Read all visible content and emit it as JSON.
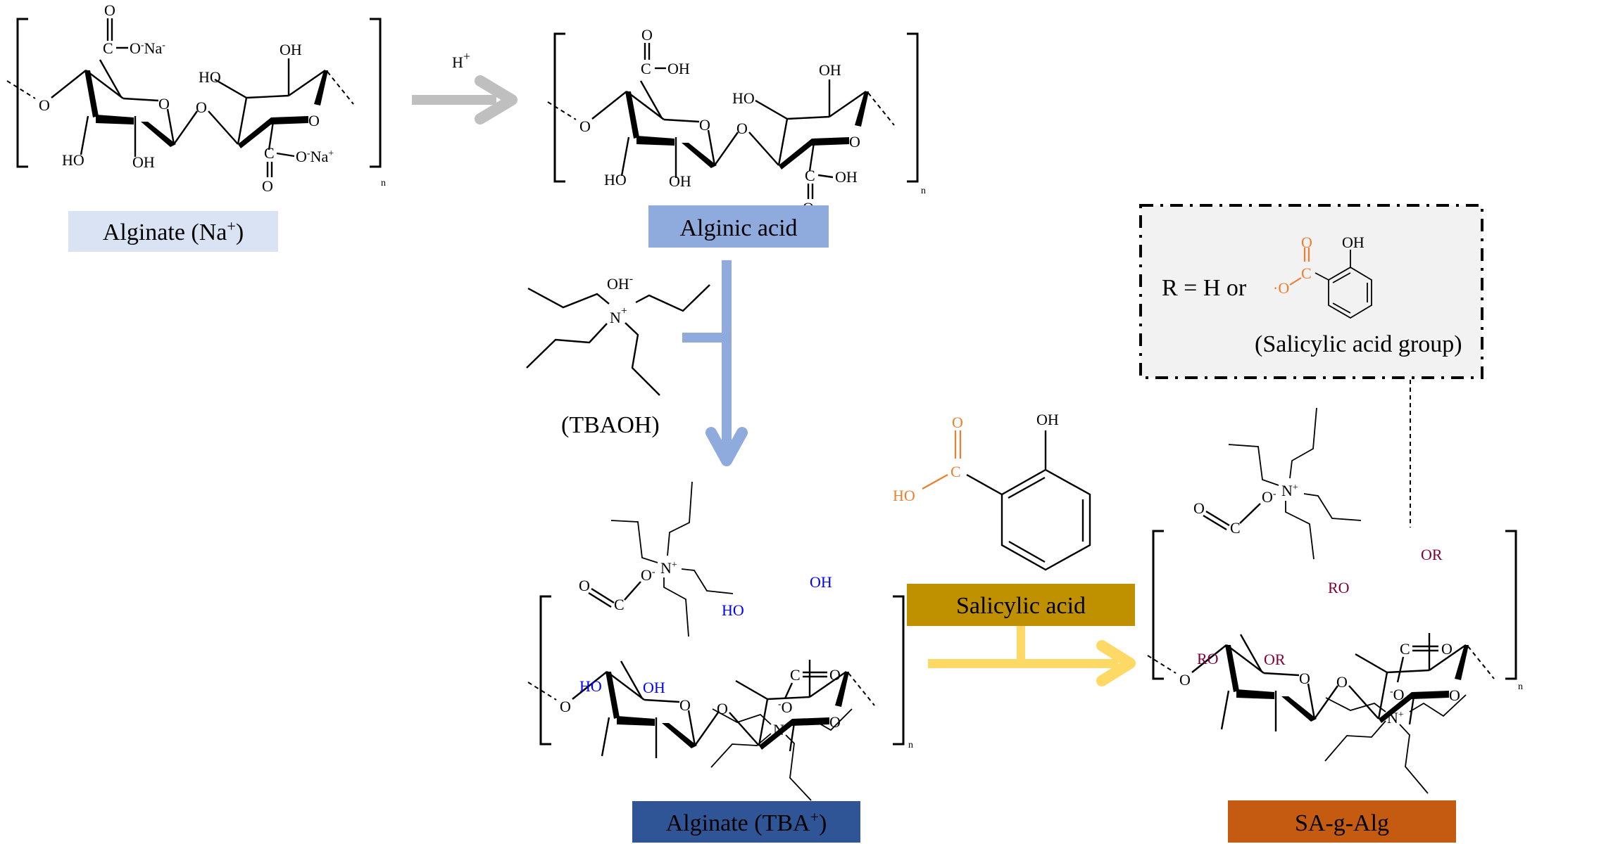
{
  "colors": {
    "alginate_na_box": "#dae3f3",
    "alginic_acid_box": "#8faadc",
    "alginate_tba_box": "#2f5597",
    "salicylic_acid_box": "#bf9000",
    "sa_g_alg_box": "#c55a11",
    "step1_arrow": "#bfbfbf",
    "step2_arrow": "#8faadc",
    "step3_arrow": "#ffd966",
    "hydroxyl_highlight": "#0000ff",
    "carboxyl_highlight": "#ed7d31",
    "r_group_highlight": "#7f0039",
    "legend_box_fill": "#f2f2f2"
  },
  "labels": {
    "alginate_na": "Alginate (Na",
    "alginate_na_sup": "+",
    "alginate_na_close": ")",
    "alginic_acid": "Alginic acid",
    "alginate_tba": "Alginate (TBA",
    "alginate_tba_sup": "+",
    "alginate_tba_close": ")",
    "salicylic_acid": "Salicylic acid",
    "sa_g_alg": "SA-g-Alg",
    "tbaoh": "(TBAOH)"
  },
  "reagents": {
    "step1": "H",
    "step1_sup": "+",
    "tbaoh_anion": "OH",
    "tbaoh_anion_sup": "-",
    "tbaoh_cation": "N",
    "tbaoh_cation_sup": "+"
  },
  "legend": {
    "r_def": "R = H or",
    "group_name": "(Salicylic acid group)",
    "o_label": "O",
    "c_label": "C",
    "o_minus_label": "·O",
    "oh_label": "OH"
  },
  "atoms": {
    "O": "O",
    "C": "C",
    "OH": "OH",
    "HO": "HO",
    "RO": "RO",
    "OR": "OR",
    "N": "N",
    "ONa": "O",
    "Na": "Na",
    "minus": "-",
    "plus": "+",
    "n": "n"
  }
}
